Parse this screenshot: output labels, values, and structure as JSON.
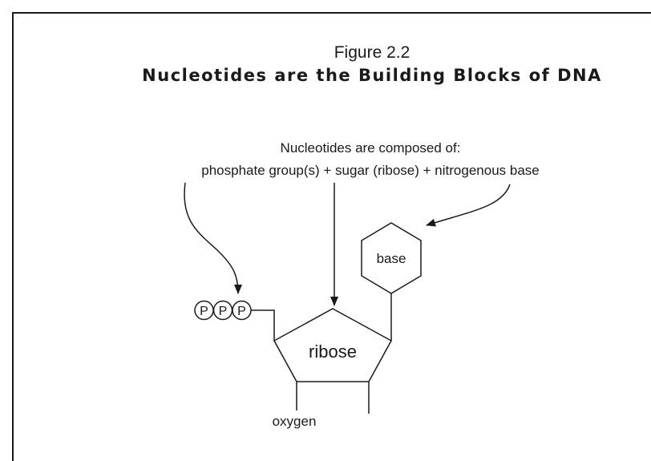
{
  "figure": {
    "label": "Figure 2.2",
    "title": "Nucleotides are the Building Blocks of DNA"
  },
  "caption": {
    "line1": "Nucleotides are composed of:",
    "line2": "phosphate group(s) + sugar (ribose) + nitrogenous base"
  },
  "diagram": {
    "phosphates": [
      "P",
      "P",
      "P"
    ],
    "sugar_label": "ribose",
    "base_label": "base",
    "oxygen_label": "oxygen"
  },
  "colors": {
    "ink": "#1a1a1a",
    "background": "#ffffff"
  }
}
